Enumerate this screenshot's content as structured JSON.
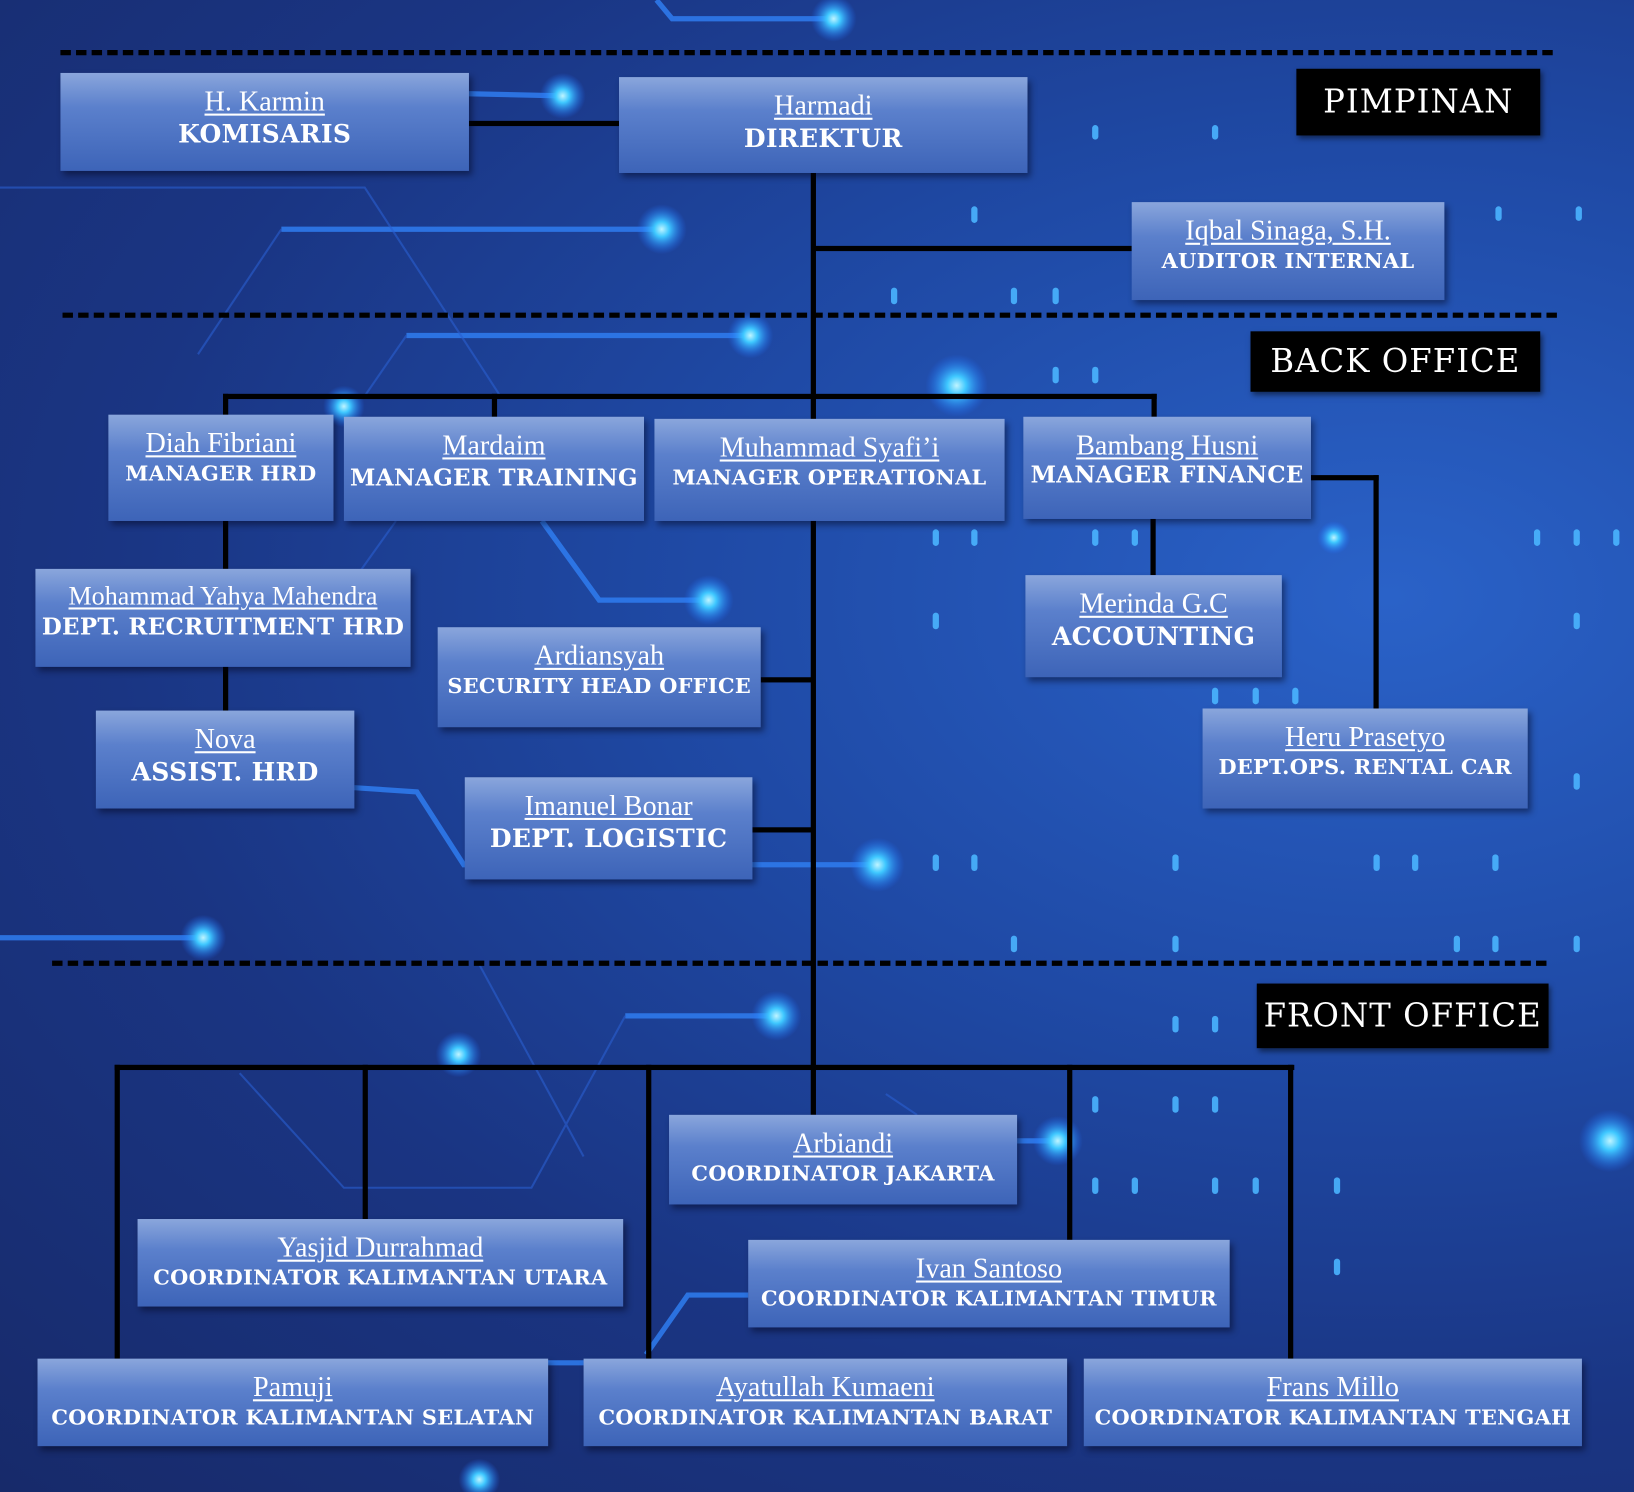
{
  "sections": {
    "pimpinan": "PIMPINAN",
    "back_office": "BACK OFFICE",
    "front_office": "FRONT OFFICE"
  },
  "people": {
    "karmin": {
      "name": "H. Karmin",
      "role": "KOMISARIS"
    },
    "harmadi": {
      "name": "Harmadi",
      "role": "DIREKTUR"
    },
    "iqbal": {
      "name": "Iqbal Sinaga, S.H.",
      "role": "AUDITOR INTERNAL"
    },
    "diah": {
      "name": "Diah Fibriani",
      "role": "MANAGER HRD"
    },
    "mardaim": {
      "name": "Mardaim",
      "role": "MANAGER TRAINING"
    },
    "syafii": {
      "name": "Muhammad Syafi’i",
      "role": "MANAGER OPERATIONAL"
    },
    "bambang": {
      "name": "Bambang Husni",
      "role": "MANAGER FINANCE"
    },
    "yahya": {
      "name": "Mohammad Yahya Mahendra",
      "role": "DEPT. RECRUITMENT HRD"
    },
    "ardiansyah": {
      "name": "Ardiansyah",
      "role": "SECURITY HEAD OFFICE"
    },
    "merinda": {
      "name": "Merinda G.C",
      "role": "ACCOUNTING"
    },
    "nova": {
      "name": "Nova",
      "role": "ASSIST. HRD"
    },
    "heru": {
      "name": "Heru Prasetyo",
      "role": "DEPT.OPS. RENTAL CAR"
    },
    "imanuel": {
      "name": "Imanuel Bonar",
      "role": "DEPT. LOGISTIC"
    },
    "arbiandi": {
      "name": "Arbiandi",
      "role": "COORDINATOR JAKARTA"
    },
    "yasjid": {
      "name": "Yasjid Durrahmad",
      "role": "COORDINATOR KALIMANTAN UTARA"
    },
    "ivan": {
      "name": "Ivan Santoso",
      "role": "COORDINATOR KALIMANTAN TIMUR"
    },
    "pamuji": {
      "name": "Pamuji",
      "role": "COORDINATOR KALIMANTAN SELATAN"
    },
    "ayatullah": {
      "name": "Ayatullah Kumaeni",
      "role": "COORDINATOR KALIMANTAN BARAT"
    },
    "frans": {
      "name": "Frans Millo",
      "role": "COORDINATOR KALIMANTAN TENGAH"
    }
  },
  "colors": {
    "background": "#1f4aa6",
    "box": "#5b80cc",
    "label": "#000000",
    "glow": "#3fc8ff"
  }
}
